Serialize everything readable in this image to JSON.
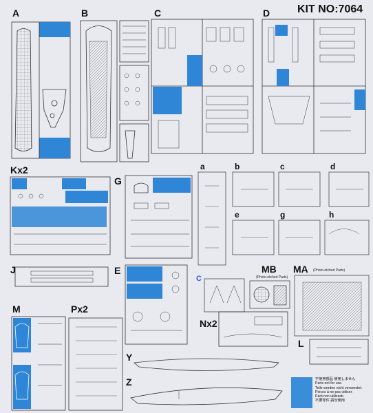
{
  "header": {
    "kit_number": "KIT NO:7064"
  },
  "sprues": [
    {
      "id": "A",
      "label": "A"
    },
    {
      "id": "B",
      "label": "B"
    },
    {
      "id": "C",
      "label": "C"
    },
    {
      "id": "D",
      "label": "D"
    },
    {
      "id": "Kx2",
      "label": "Kx2"
    },
    {
      "id": "G",
      "label": "G"
    },
    {
      "id": "a",
      "label": "a"
    },
    {
      "id": "b",
      "label": "b"
    },
    {
      "id": "c",
      "label": "c"
    },
    {
      "id": "d",
      "label": "d"
    },
    {
      "id": "e",
      "label": "e"
    },
    {
      "id": "g",
      "label": "g"
    },
    {
      "id": "h",
      "label": "h"
    },
    {
      "id": "J",
      "label": "J"
    },
    {
      "id": "E",
      "label": "E"
    },
    {
      "id": "C2",
      "label": "C"
    },
    {
      "id": "MB",
      "label": "MB"
    },
    {
      "id": "MA",
      "label": "MA"
    },
    {
      "id": "M",
      "label": "M"
    },
    {
      "id": "Px2",
      "label": "Px2"
    },
    {
      "id": "Nx2",
      "label": "Nx2"
    },
    {
      "id": "L",
      "label": "L"
    },
    {
      "id": "Y",
      "label": "Y"
    },
    {
      "id": "Z",
      "label": "Z"
    }
  ],
  "notes": {
    "mb_note": "(Photo-etched Parts)",
    "ma_note": "(Photo-etched Parts)"
  },
  "legend": {
    "color": "#3a8dd8",
    "lines": [
      "不使用部品 使用しません",
      "Parts not for use.",
      "Teile werden nicht verwendet.",
      "Pieces à ne pas utiliser.",
      "Parti non utilizzati.",
      "不要零件 請勿使用"
    ]
  }
}
